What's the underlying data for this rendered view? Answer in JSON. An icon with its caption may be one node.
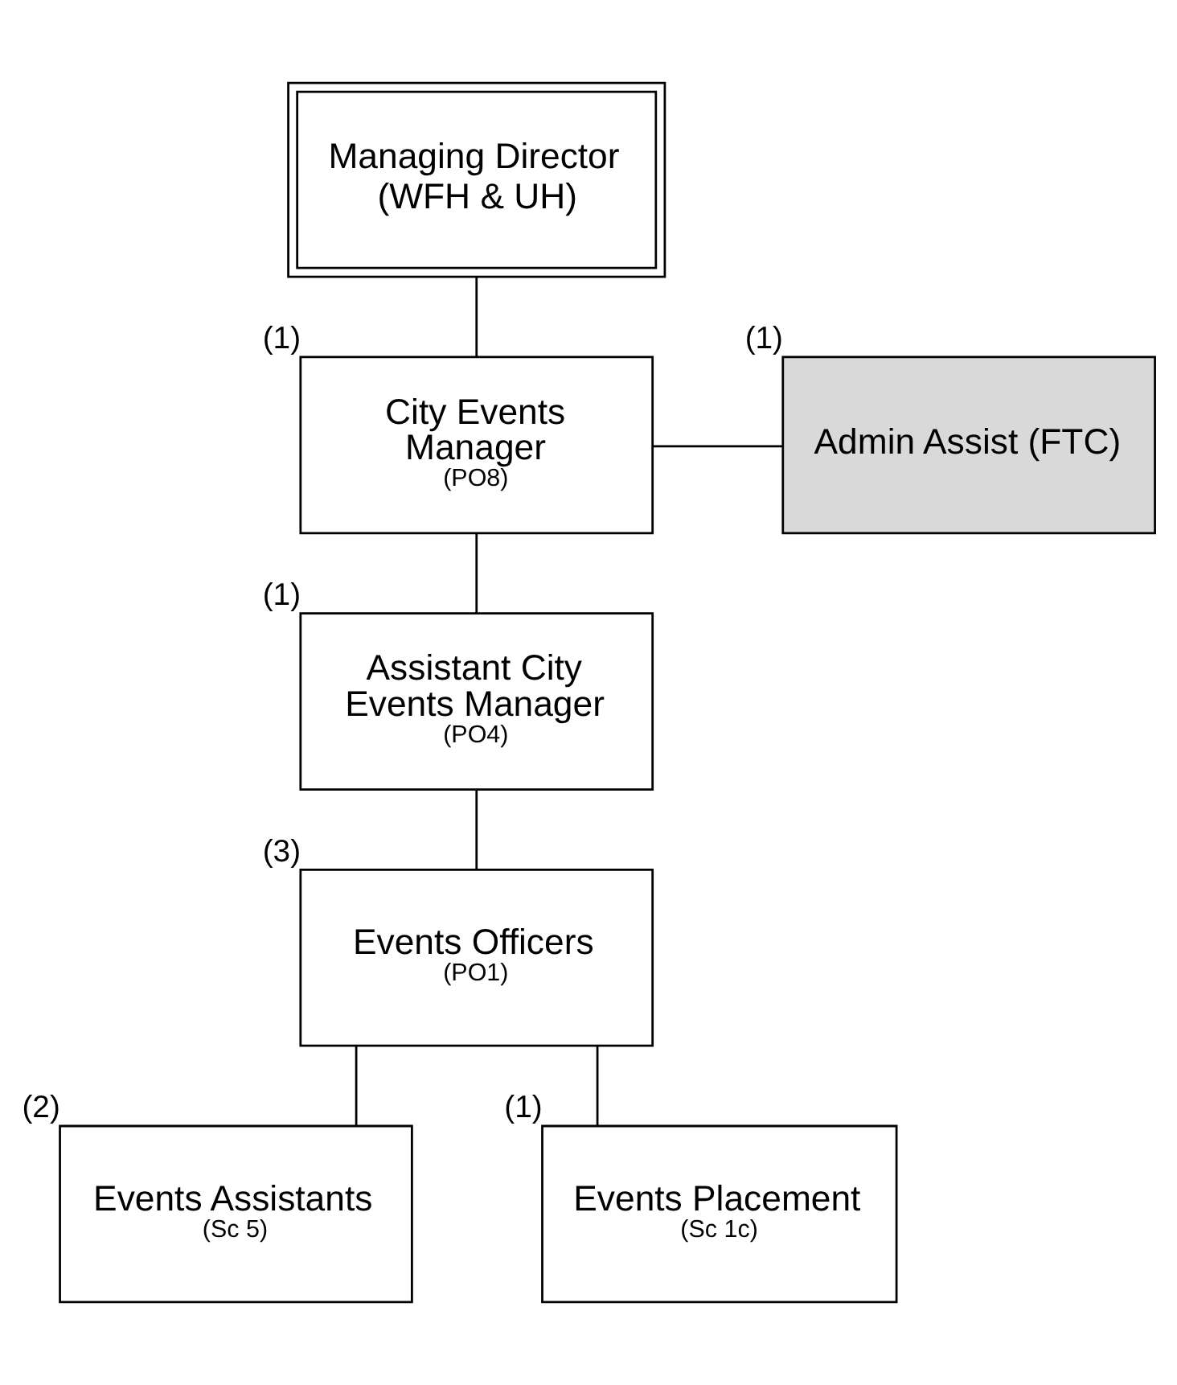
{
  "diagram": {
    "nodes": [
      {
        "text": [
          "Managing Director (WFH & UH)"
        ]
      },
      {
        "text": [
          "City Events Manager",
          "(PO8)"
        ],
        "beside": [
          "(1)"
        ]
      },
      {
        "text": [
          "Admin Assist (FTC)"
        ],
        "beside": [
          "(1)"
        ]
      },
      {
        "text": [
          "Assistant City Events Manager",
          "(PO4)"
        ],
        "beside": [
          "(1)"
        ]
      },
      {
        "text": [
          "Events Officers",
          "(PO1)"
        ],
        "beside": [
          "(3)"
        ]
      },
      {
        "text": [
          "Events Assistants",
          "(Sc 5)"
        ],
        "beside": [
          "(2)"
        ]
      },
      {
        "text": [
          "Events Placement",
          "(Sc 1c)"
        ],
        "beside": [
          "(1)"
        ]
      }
    ],
    "edges": [
      {
        "from": 0,
        "to": 1,
        "arrow": "none"
      },
      {
        "from": 1,
        "to": 2,
        "arrow": "none"
      },
      {
        "from": 1,
        "to": 3,
        "arrow": "none"
      },
      {
        "from": 3,
        "to": 4,
        "arrow": "none"
      },
      {
        "from": 4,
        "to": 5,
        "arrow": "none"
      },
      {
        "from": 4,
        "to": 6,
        "arrow": "none"
      }
    ]
  }
}
